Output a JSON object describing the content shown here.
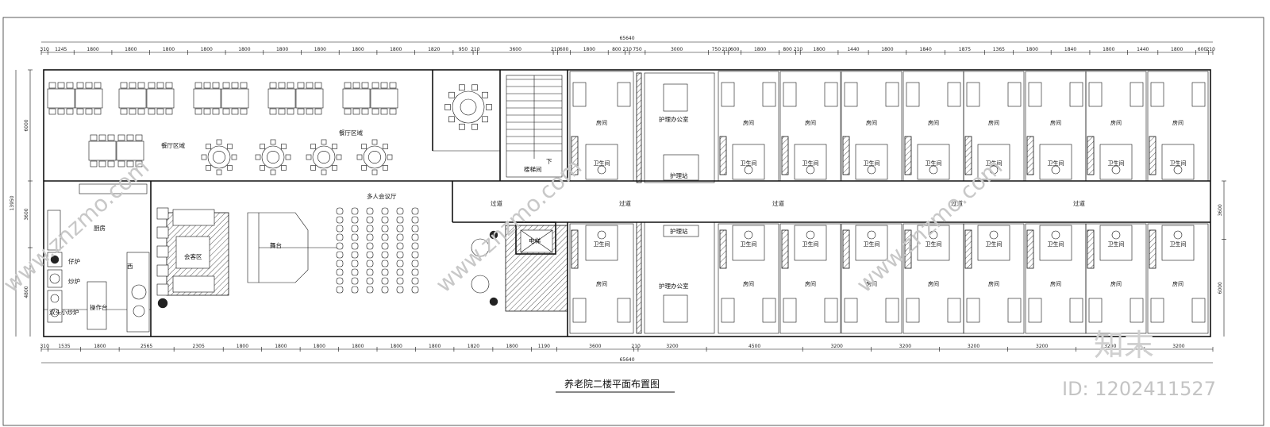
{
  "title": "养老院二楼平面布置图",
  "watermark": {
    "logo": "知末",
    "id": "ID: 1202411527",
    "site": "www.znzmo.com"
  },
  "dimensions": {
    "overall": "65640",
    "top": [
      "310",
      "1245",
      "1800",
      "1800",
      "1800",
      "1800",
      "1800",
      "1800",
      "1800",
      "1800",
      "1800",
      "1820",
      "950",
      "210",
      "3600",
      "210",
      "600",
      "1800",
      "800",
      "210",
      "750",
      "3000",
      "750",
      "210",
      "600",
      "1800",
      "800",
      "210",
      "1800",
      "1440",
      "1800",
      "1840",
      "1875",
      "1365",
      "1800",
      "1840",
      "1800",
      "1440",
      "1800",
      "600",
      "210"
    ],
    "bottom": [
      "310",
      "1535",
      "1800",
      "2565",
      "2305",
      "1800",
      "1800",
      "1800",
      "1800",
      "1800",
      "1800",
      "1820",
      "1800",
      "1190",
      "3600",
      "210",
      "3200",
      "4500",
      "3200",
      "3200",
      "3200",
      "3200",
      "3200",
      "3200"
    ],
    "left": [
      "6000",
      "3600",
      "4800"
    ],
    "left_total": "13950",
    "right": [
      "3600",
      "6000"
    ]
  },
  "labels": {
    "dining_1": "餐厅区域",
    "dining_2": "餐厅区域",
    "stair": "楼梯间",
    "stair_down": "下",
    "kitchen": "厨房",
    "stove_1": "仔炉",
    "stove_2": "炒炉",
    "stove_3": "双头小炒炉",
    "pantry": "操作台",
    "west": "西",
    "reception": "会客区",
    "meeting": "多人会议厅",
    "stage": "舞台",
    "elevator": "电梯",
    "nurse_office": "护理办公室",
    "nurse_station": "护理站",
    "corridor": "过道",
    "room": "房间",
    "bath": "卫生间"
  }
}
